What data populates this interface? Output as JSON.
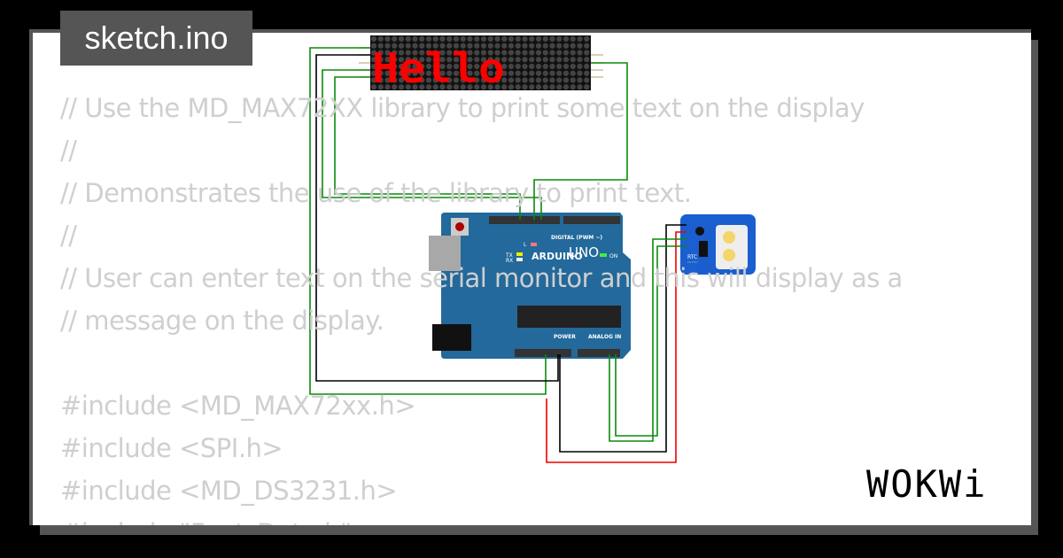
{
  "tab": {
    "filename": "sketch.ino"
  },
  "code_lines": [
    "// Use the MD_MAX72XX library to print some text on the display",
    "//",
    "// Demonstrates the use of the library to print text.",
    "//",
    "// User can enter text on the serial monitor and this will display as a",
    "// message on the display.",
    "",
    "#include <MD_MAX72xx.h>",
    "#include <SPI.h>",
    "#include <MD_DS3231.h>",
    "#include \"Font_Data.h\""
  ],
  "matrix": {
    "text": "Hello",
    "on_color": "#ff0000",
    "off_color": "#444444"
  },
  "arduino": {
    "model": "UNO",
    "brand": "ARDUINO",
    "header_digital": "DIGITAL (PWM ~)",
    "header_power": "POWER",
    "header_analog": "ANALOG IN",
    "led_on": "ON",
    "tx": "TX",
    "rx": "RX",
    "l": "L"
  },
  "rtc": {
    "label": "RTC",
    "chip": "DS1307"
  },
  "brand": {
    "logo": "WOKWi"
  }
}
